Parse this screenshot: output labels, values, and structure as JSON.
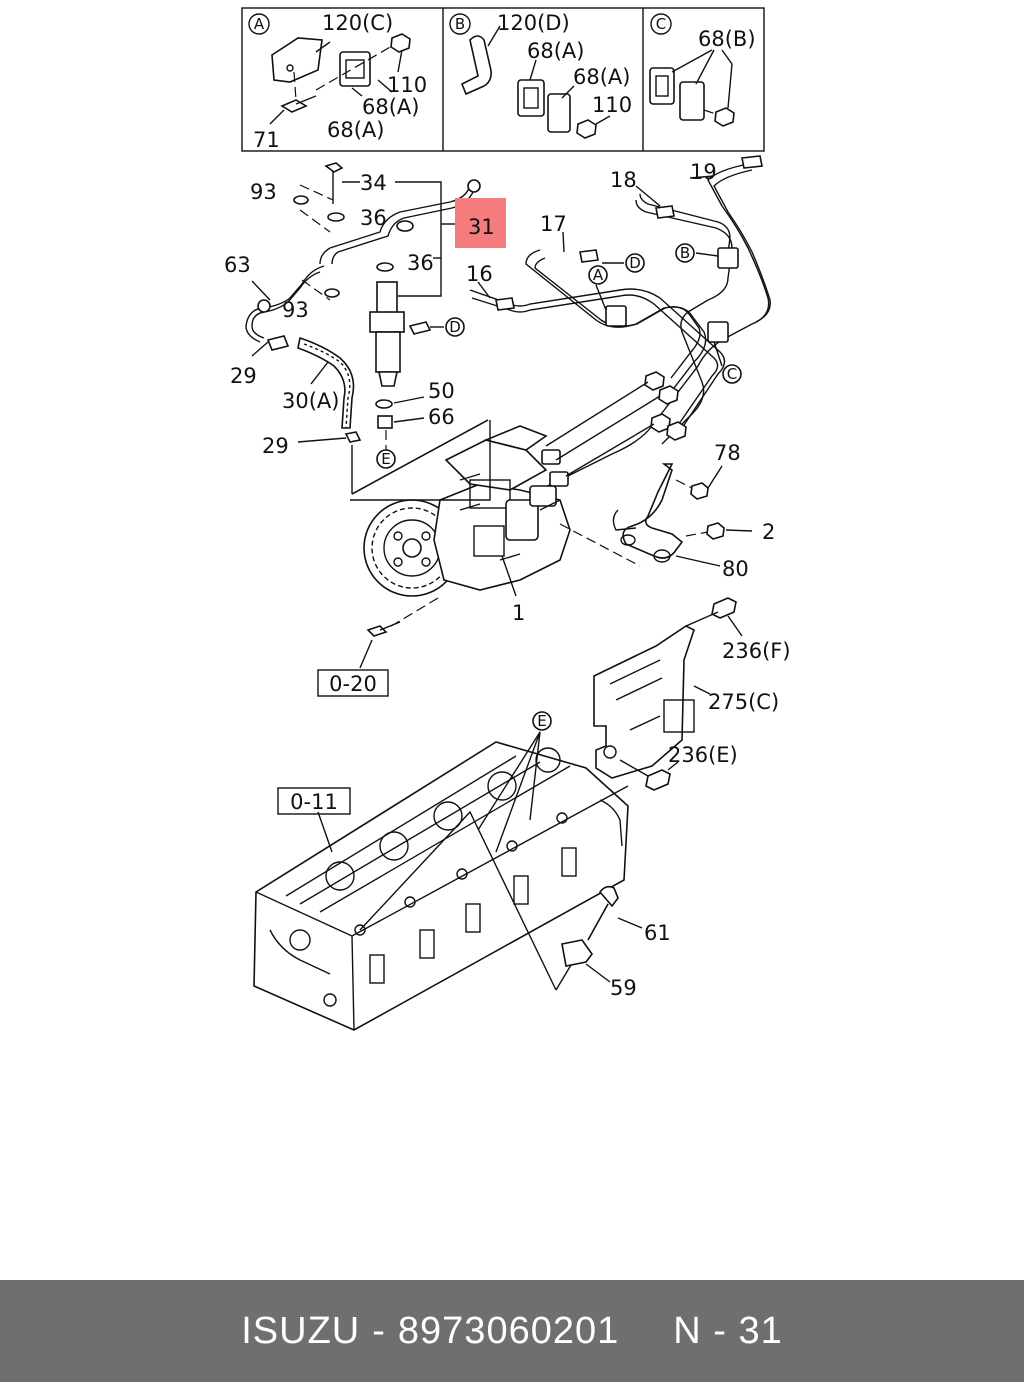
{
  "inset": {
    "panels": [
      {
        "letter": "A",
        "labels": [
          "120(C)",
          "110",
          "68(A)",
          "68(A)",
          "71"
        ]
      },
      {
        "letter": "B",
        "labels": [
          "120(D)",
          "68(A)",
          "68(A)",
          "110"
        ]
      },
      {
        "letter": "C",
        "labels": [
          "68(B)"
        ]
      }
    ]
  },
  "callouts": {
    "c34": "34",
    "c93a": "93",
    "c36a": "36",
    "c31": "31",
    "c36b": "36",
    "c63": "63",
    "c93b": "93",
    "c29a": "29",
    "c30": "30(A)",
    "c50": "50",
    "c66": "66",
    "c29b": "29",
    "c17": "17",
    "c18": "18",
    "c19": "19",
    "c16": "16",
    "c78": "78",
    "c2": "2",
    "c80": "80",
    "c1": "1",
    "c236f": "236(F)",
    "c275": "275(C)",
    "c236e": "236(E)",
    "c61": "61",
    "c59": "59"
  },
  "refs": {
    "r020": "0-20",
    "r011": "0-11"
  },
  "circle_labels": {
    "ca": "A",
    "cb": "B",
    "cc": "C",
    "cd1": "D",
    "cd2": "D",
    "ce1": "E",
    "ce2": "E"
  },
  "highlight": {
    "color": "#f47c7c"
  },
  "footer": {
    "brand": "ISUZU",
    "sep": "-",
    "part_number": "8973060201",
    "ref": "N - 31"
  }
}
